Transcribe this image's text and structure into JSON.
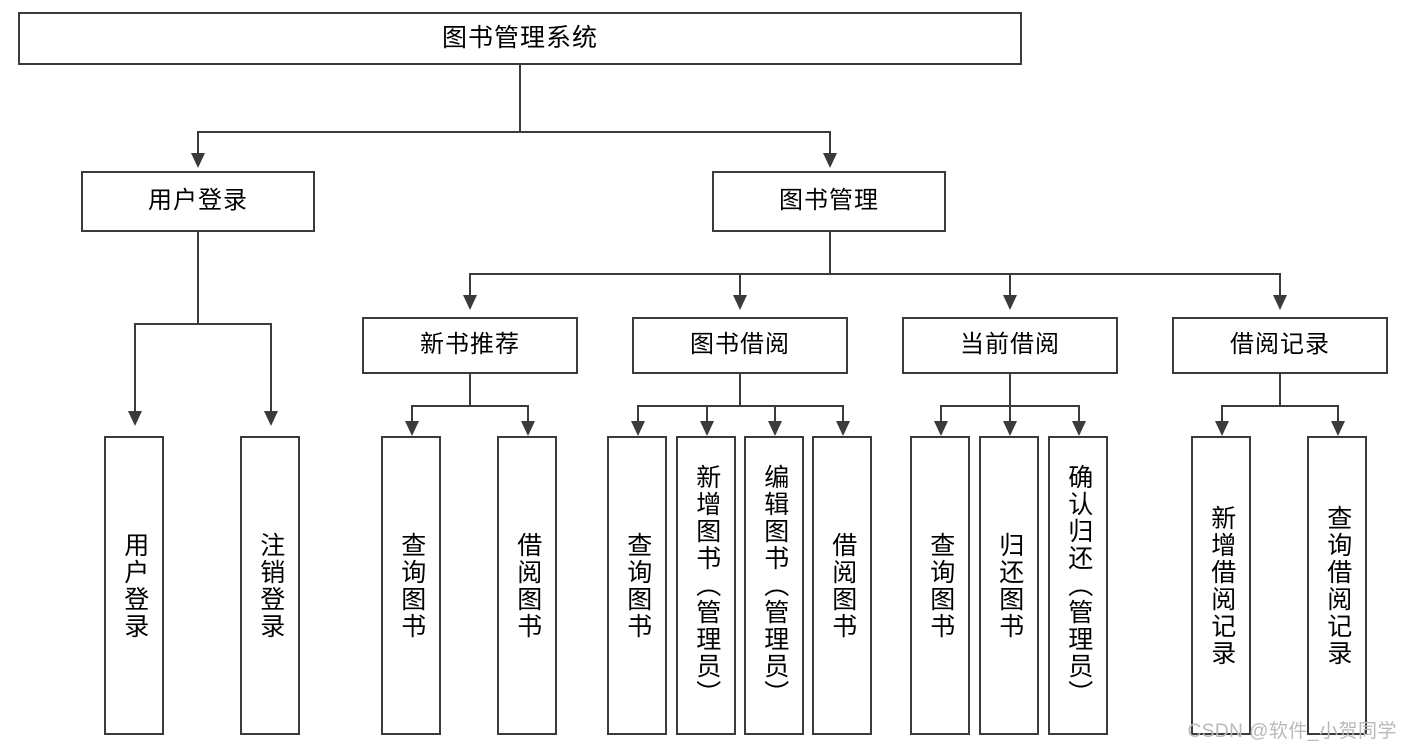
{
  "diagram": {
    "type": "tree",
    "title": "图书管理系统",
    "watermark": "CSDN @软件_小贺同学",
    "colors": {
      "stroke": "#3b3b3b",
      "fill": "#ffffff",
      "text": "#000000",
      "watermark": "#b9b9b9"
    },
    "levels": {
      "root": {
        "label": "图书管理系统"
      },
      "level2": [
        {
          "label": "用户登录"
        },
        {
          "label": "图书管理"
        }
      ],
      "level3": [
        {
          "label": "新书推荐"
        },
        {
          "label": "图书借阅"
        },
        {
          "label": "当前借阅"
        },
        {
          "label": "借阅记录"
        }
      ],
      "leaves": {
        "user_login": [
          {
            "label": "用户登录"
          },
          {
            "label": "注销登录"
          }
        ],
        "new_book_recommend": [
          {
            "label": "查询图书"
          },
          {
            "label": "借阅图书"
          }
        ],
        "book_borrow": [
          {
            "label": "查询图书"
          },
          {
            "label": "新增图书（管理员）"
          },
          {
            "label": "编辑图书（管理员）"
          },
          {
            "label": "借阅图书"
          }
        ],
        "current_borrow": [
          {
            "label": "查询图书"
          },
          {
            "label": "归还图书"
          },
          {
            "label": "确认归还（管理员）"
          }
        ],
        "borrow_record": [
          {
            "label": "新增借阅记录"
          },
          {
            "label": "查询借阅记录"
          }
        ]
      }
    }
  }
}
